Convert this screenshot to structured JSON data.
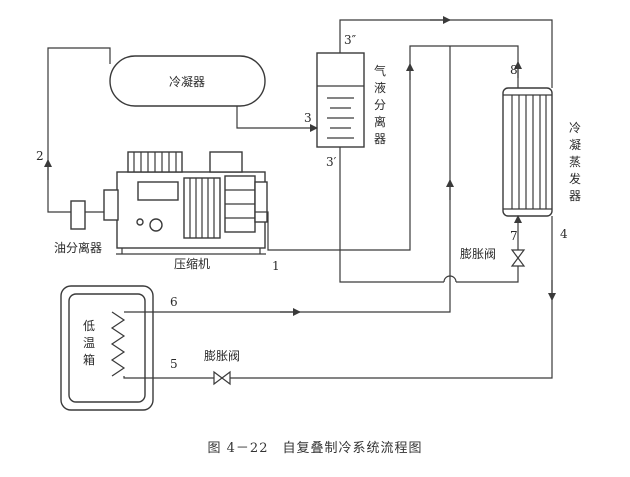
{
  "labels": {
    "condenser": "冷凝器",
    "oil_separator": "油分离器",
    "compressor": "压缩机",
    "gas_liquid_separator": [
      "气",
      "液",
      "分",
      "离",
      "器"
    ],
    "condensing_evaporator": [
      "冷",
      "凝",
      "蒸",
      "发",
      "器"
    ],
    "expansion_valve_right": "膨胀阀",
    "expansion_valve_bottom": "膨胀阀",
    "low_temp_box": [
      "低",
      "温",
      "箱"
    ]
  },
  "points": {
    "p1": "1",
    "p2": "2",
    "p3": "3",
    "p3pp": "3″",
    "p3p": "3′",
    "p4": "4",
    "p5": "5",
    "p6": "6",
    "p7": "7",
    "p8": "8"
  },
  "caption": "图 4－22　自复叠制冷系统流程图",
  "colors": {
    "line": "#3a3a3a",
    "text": "#2a2a2a"
  }
}
